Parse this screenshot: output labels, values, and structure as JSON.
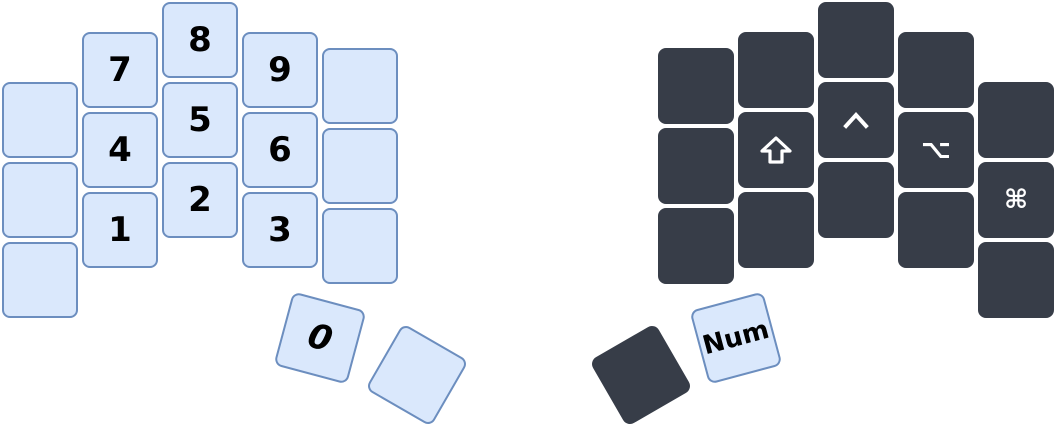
{
  "colors": {
    "light_fill": "#dae8fc",
    "light_border": "#6c8ebf",
    "dark_fill": "#373d48",
    "light_text": "#000000",
    "dark_text": "#ffffff"
  },
  "left_half": {
    "keys": {
      "l_c0_r0": {
        "label": ""
      },
      "l_c0_r1": {
        "label": ""
      },
      "l_c0_r2": {
        "label": ""
      },
      "l_c1_r0": {
        "label": "7"
      },
      "l_c1_r1": {
        "label": "4"
      },
      "l_c1_r2": {
        "label": "1"
      },
      "l_c2_r0": {
        "label": "8"
      },
      "l_c2_r1": {
        "label": "5"
      },
      "l_c2_r2": {
        "label": "2"
      },
      "l_c3_r0": {
        "label": "9"
      },
      "l_c3_r1": {
        "label": "6"
      },
      "l_c3_r2": {
        "label": "3"
      },
      "l_c4_r0": {
        "label": ""
      },
      "l_c4_r1": {
        "label": ""
      },
      "l_c4_r2": {
        "label": ""
      },
      "l_thumb_1": {
        "label": "0"
      },
      "l_thumb_2": {
        "label": ""
      }
    }
  },
  "right_half": {
    "keys": {
      "r_c0_r0": {
        "label": ""
      },
      "r_c0_r1": {
        "label": ""
      },
      "r_c0_r2": {
        "label": ""
      },
      "r_c1_r0": {
        "label": ""
      },
      "r_c1_r1": {
        "label": "",
        "icon": "shift-icon"
      },
      "r_c1_r2": {
        "label": ""
      },
      "r_c2_r0": {
        "label": ""
      },
      "r_c2_r1": {
        "label": "",
        "icon": "control-icon"
      },
      "r_c2_r2": {
        "label": ""
      },
      "r_c3_r0": {
        "label": ""
      },
      "r_c3_r1": {
        "label": "⌥"
      },
      "r_c3_r2": {
        "label": ""
      },
      "r_c4_r0": {
        "label": ""
      },
      "r_c4_r1": {
        "label": "⌘"
      },
      "r_c4_r2": {
        "label": ""
      },
      "r_thumb_1": {
        "label": ""
      },
      "r_thumb_2": {
        "label": "Num"
      }
    }
  }
}
